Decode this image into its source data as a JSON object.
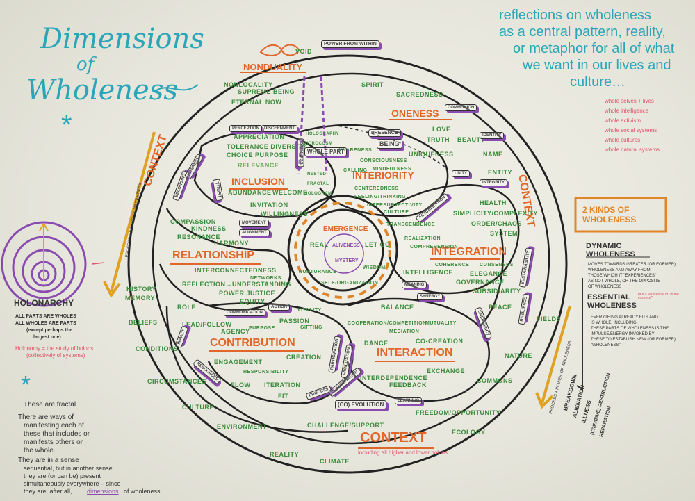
{
  "title": {
    "line1": "Dimensions",
    "line2": "of",
    "line3": "Wholeness",
    "mark": "*"
  },
  "reflections": [
    "reflections on wholeness",
    "as a central pattern, reality,",
    "or metaphor for all of what",
    "we want in our lives and",
    "culture…"
  ],
  "whole_list": [
    "whole selves + lives",
    "whole intelligence",
    "whole activism",
    "whole social systems",
    "whole cultures",
    "whole natural systems"
  ],
  "dimensions": {
    "nonduality": "NONDUALITY",
    "oneness": "ONENESS",
    "inclusion": "INCLUSION",
    "interiority": "INTERIORITY",
    "relationship": "RELATIONSHIP",
    "integration": "INTEGRATION",
    "contribution": "CONTRIBUTION",
    "interaction": "INTERACTION",
    "context": "CONTEXT",
    "emergence": "EMERGENCE"
  },
  "center": {
    "aliveness": "ALIVENESS",
    "mystery": "MYSTERY",
    "real": "REAL",
    "let_go": "LET GO"
  },
  "green_words": {
    "void": "VOID",
    "nonlocality": "NONLOCALITY",
    "supreme_being": "SUPREME BEING",
    "eternal_now": "ETERNAL NOW",
    "spirit": "SPIRIT",
    "sacredness": "SACREDNESS",
    "love": "LOVE",
    "truth": "TRUTH",
    "beauty": "BEAUTY",
    "uniqueness": "UNIQUENESS",
    "name": "NAME",
    "entity": "ENTITY",
    "health": "HEALTH",
    "simplicity": "SIMPLICITY/COMPLEXITY",
    "order": "ORDER/CHAOS",
    "system": "SYSTEM",
    "appreciation": "APPRECIATION",
    "tolerance": "TOLERANCE DIVERSITY",
    "choice": "CHOICE PURPOSE",
    "relevance": "RELEVANCE",
    "abundance": "ABUNDANCE",
    "welcome": "WELCOME",
    "invitation": "INVITATION",
    "willingness": "WILLINGNESS",
    "awareness": "AWARENESS",
    "consciousness": "CONSCIOUSNESS",
    "calling": "CALLING",
    "mindfulness": "MINDFULNESS",
    "centeredness": "CENTEREDNESS",
    "feeling": "FEELING/THINKING",
    "intersubjectivity": "INTERSUBJECTIVITY",
    "culture2": "CULTURE",
    "holography": "HOLOGRAPHY",
    "microcosm": "MICROCOSM",
    "nested": "NESTED",
    "fractal": "FRACTAL",
    "hologram": "HOLOGRAM",
    "compassion": "COMPASSION",
    "kindness": "KINDNESS",
    "resonance": "RESONANCE",
    "harmony": "HARMONY",
    "interconnectedness": "INTERCONNECTEDNESS",
    "networks": "NETWORKS",
    "reflection": "REFLECTION→UNDERSTANDING",
    "power_justice": "POWER JUSTICE",
    "equity": "EQUITY",
    "role": "ROLE",
    "history": "HISTORY",
    "memory": "MEMORY",
    "beliefs": "BELIEFS",
    "conditions": "CONDITIONS",
    "circumstances": "CIRCUMSTANCES",
    "culture": "CULTURE",
    "environment": "ENVIRONMENT",
    "reality": "REALITY",
    "climate": "CLIMATE",
    "ecology": "ECOLOGY",
    "challenge": "CHALLENGE/SUPPORT",
    "freedom": "FREEDOM/OPPORTUNITY",
    "commons": "COMMONS",
    "nature": "NATURE",
    "fields": "FIELDS",
    "realization": "REALIZATION",
    "comprehension": "COMPREHENSION",
    "coherence": "COHERENCE",
    "consensus": "CONSENSUS",
    "elegance": "ELEGANCE",
    "governance": "GOVERNANCE",
    "subsidiarity": "SUBSIDIARITY",
    "peace": "PEACE",
    "intelligence": "INTELLIGENCE",
    "wisdom": "WISDOM",
    "nurturance": "NURTURANCE",
    "self_org": "SELF-ORGANIZATION",
    "transcendence": "TRANSCENDENCE",
    "balance": "BALANCE",
    "lead": "LEAD/FOLLOW",
    "agency": "AGENCY",
    "purpose": "PURPOSE",
    "passion": "PASSION",
    "vitality": "VITALITY",
    "gifting": "GIFTING",
    "engagement": "ENGAGEMENT",
    "responsibility": "RESPONSIBILITY",
    "creation": "CREATION",
    "flow": "FLOW",
    "iteration": "ITERATION",
    "fit": "FIT",
    "cooperation": "COOPERATION/COMPETITION",
    "mutuality": "MUTUALITY",
    "mediation": "MEDIATION",
    "dance": "DANCE",
    "cocreation": "CO-CREATION",
    "interdependence": "INTERDEPENDENCE",
    "exchange": "EXCHANGE",
    "feedback": "FEEDBACK",
    "coevolution": "(CO) EVOLUTION"
  },
  "boxes": {
    "power": "POWER FROM WITHIN",
    "communion": "COMMUNION",
    "identity": "IDENTITY",
    "presence": "PRESENCE",
    "being": "BEING",
    "perception": "PERCEPTION",
    "discernment": "DISCERNMENT",
    "whole_part": "WHOLE PART",
    "openness": "OPENNESS",
    "trust": "TRUST",
    "unity": "UNITY",
    "integrity": "INTEGRITY",
    "actualization": "ACTUALIZATION",
    "movement": "MOVEMENT",
    "alignment": "ALIGNMENT",
    "meaning": "MEANING",
    "synergy": "SYNERGY",
    "communication": "COMMUNICATION",
    "action": "ACTION",
    "impact": "IMPACT",
    "resources": "RESOURCES",
    "process": "PROCESS",
    "participation": "PARTICIPATION",
    "facilitation": "FACILITATION",
    "conversation": "CONVERSATION",
    "learning": "LEARNING",
    "emergency": "EMERGENCY",
    "resilience": "RESILIENCE",
    "sustainability": "SUSTAINABILITY",
    "belonging": "BELONGING",
    "interest": "INTEREST"
  },
  "context_side": "CONTEXT",
  "holonarchy": {
    "title": "HOLONARCHY",
    "l1": "ALL PARTS ARE WHOLES",
    "l2": "ALL WHOLES ARE PARTS",
    "l3": "(except perhaps the",
    "l4": "largest one)",
    "l5": "Holonomy = the study of holons",
    "l6": "(collectively of systems)"
  },
  "notes": {
    "mark": "*",
    "n1": "These are fractal.",
    "n2": "There are ways of",
    "n3": "manifesting each of",
    "n4": "these that includes or",
    "n5": "manifests others or",
    "n6": "the whole.",
    "n7": "They are in a sense",
    "n8": "sequential, but in another sense",
    "n9": "they are (or can be) present",
    "n10": "simultaneously everywhere – since",
    "n11": "they are, after all,",
    "n12": "dimensions",
    "n13": "of wholeness."
  },
  "kinds": {
    "title": "2 KINDS OF WHOLENESS",
    "dynamic": "DYNAMIC WHOLENESS",
    "dyn_text": [
      "MOVES TOWARDS GREATER (OR FORMER)",
      "WHOLENESS AND AWAY FROM",
      "THOSE WHICH IT \"EXPERIENCES\"",
      "AS NOT WHOLE, OR THE OPPOSITE",
      "OF WHOLENESS"
    ],
    "essential": "ESSENTIAL WHOLENESS",
    "ess_note": "(a.k.a. existential or \"in the essence\")",
    "ess_text": [
      "EVERYTHING ALREADY FITS AND",
      "IS WHOLE, INCLUDING",
      "THESE PARTS OF WHOLENESS IS THE",
      "IMPULSE/ENERGY INVOKED BY",
      "THESE TO ESTABLISH NEW (OR FORMER)",
      "\"WHOLENESS\""
    ],
    "side": [
      "BREAKDOWN",
      "ALIENATION",
      "ILLNESS",
      "(CREATIVE) DESTRUCTION",
      "REPARATION"
    ]
  },
  "context_caption": "including all higher and lower holons",
  "process_label": "PROCESS + POWER OF WHOLENESS",
  "colors": {
    "teal": "#2aa6b8",
    "green": "#3a8a3a",
    "orange": "#e0662a",
    "purple": "#8a4bb0",
    "pink": "#e2506a",
    "dark": "#222222"
  }
}
